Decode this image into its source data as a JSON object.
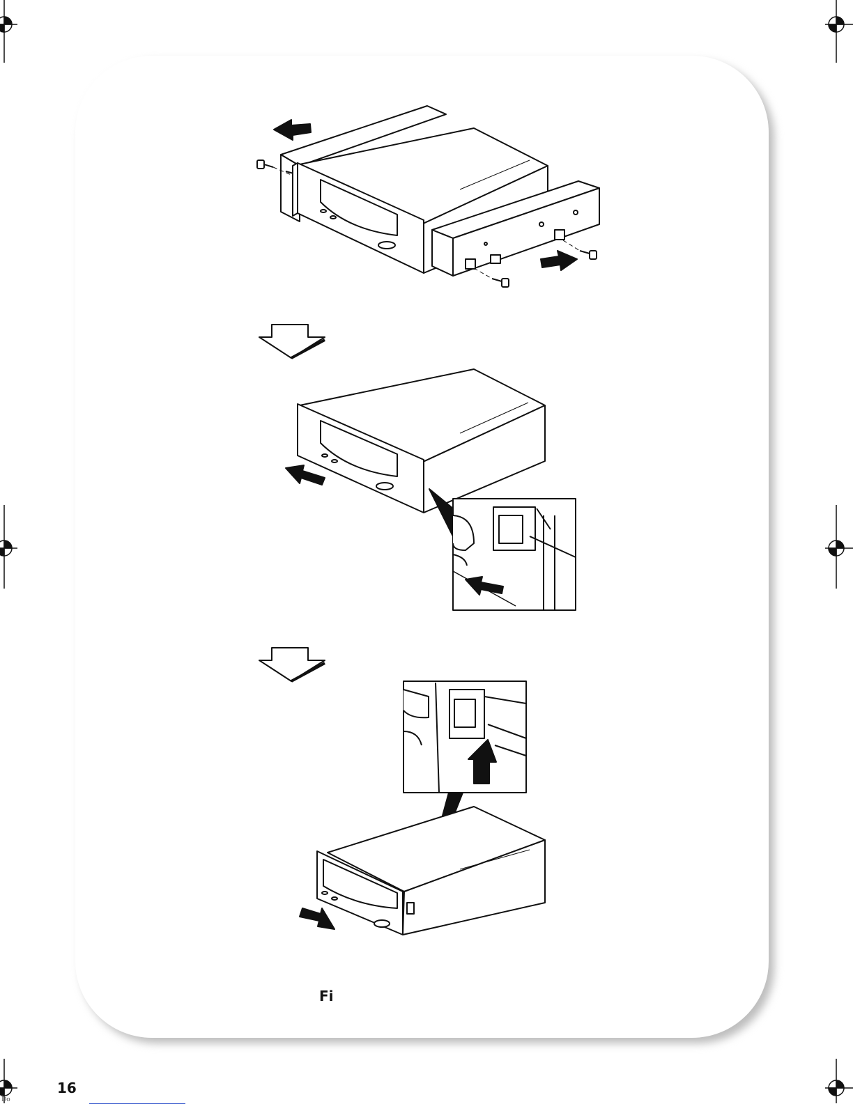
{
  "document": {
    "figure_caption_fragment": "Fi",
    "page_number": "16",
    "slug_text": "Do"
  },
  "icons": {
    "registration_mark": "crosshair-registration-icon",
    "step_arrow": "hollow-down-arrow-icon",
    "motion_arrow": "solid-direction-arrow-icon",
    "screw": "screw-icon"
  },
  "colors": {
    "line": "#111111",
    "panel_shadow": "#bdbdbd",
    "slug_rule": "#3355cc"
  }
}
